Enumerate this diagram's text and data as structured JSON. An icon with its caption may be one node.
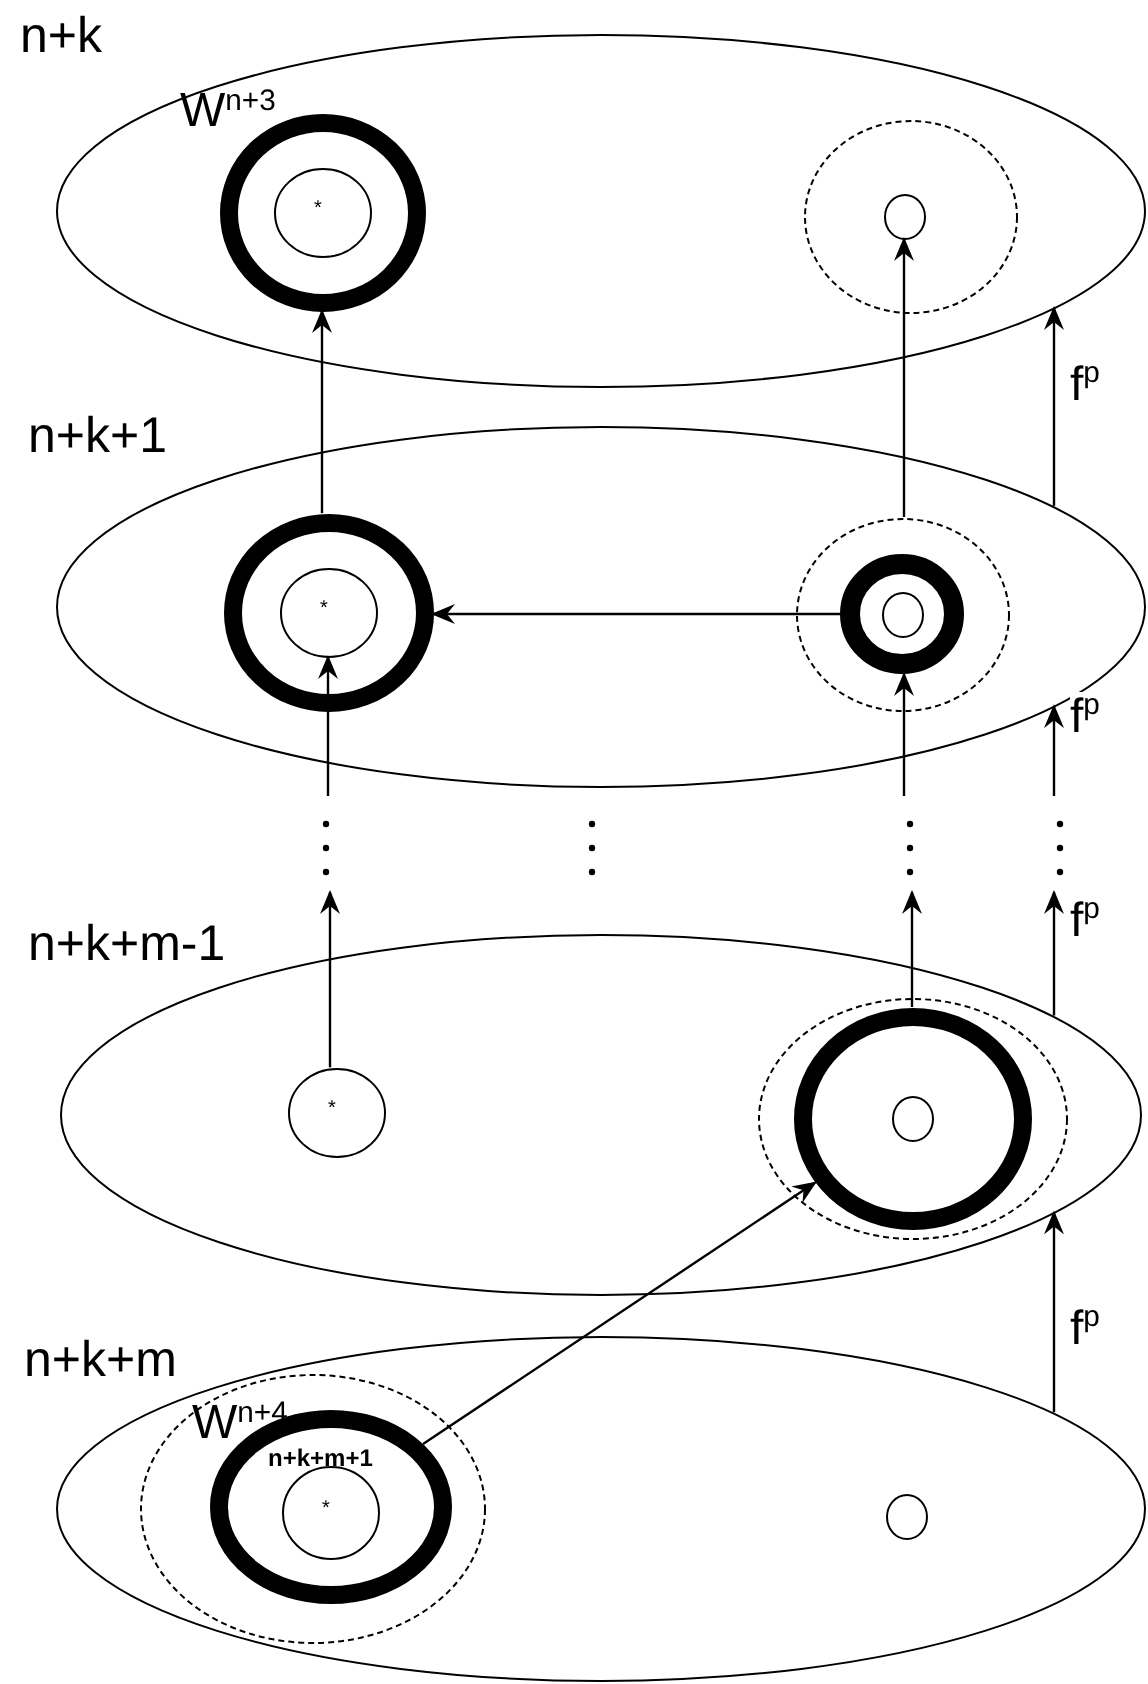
{
  "diagram": {
    "nodes": [
      {
        "text": [
          "n+k"
        ]
      },
      {
        "text": [
          "W$^{n+3}$"
        ],
        "in": 0
      },
      {
        "text": [
          "*"
        ],
        "in": 1
      },
      {
        "text": [],
        "shape": "circle",
        "in": 0
      },
      {
        "text": [],
        "shape": "circle",
        "in": 3
      },
      {
        "text": [
          "n+k+1"
        ]
      },
      {
        "text": [],
        "shape": "circle",
        "in": 5
      },
      {
        "text": [
          "*"
        ],
        "in": 6
      },
      {
        "text": [],
        "shape": "circle",
        "in": 5
      },
      {
        "text": [],
        "shape": "circle",
        "in": 8
      },
      {
        "text": [],
        "shape": "circle",
        "in": 9
      },
      {
        "text": [
          "n+k+m-1"
        ]
      },
      {
        "text": [
          "*"
        ],
        "in": 11
      },
      {
        "text": [],
        "shape": "circle",
        "in": 11
      },
      {
        "text": [],
        "shape": "circle",
        "in": 13
      },
      {
        "text": [],
        "shape": "circle",
        "in": 14
      },
      {
        "text": [
          "n+k+m"
        ]
      },
      {
        "text": [],
        "shape": "circle",
        "in": 16
      },
      {
        "text": [
          "W$^{n+4}$",
          "n+k+m+1"
        ],
        "in": 17
      },
      {
        "text": [
          "*"
        ],
        "in": 18
      },
      {
        "text": [],
        "shape": "circle",
        "in": 16
      }
    ],
    "edges": [
      {
        "from": 6,
        "to": 1,
        "arrow": "to"
      },
      {
        "from": 8,
        "to": 4,
        "arrow": "to"
      },
      {
        "from": 5,
        "to": 0,
        "arrow": "to",
        "label": "f$^{p}$"
      },
      {
        "from": 9,
        "to": 6,
        "arrow": "to"
      },
      {
        "from": null,
        "to": 7,
        "arrow": "to"
      },
      {
        "from": null,
        "to": 9,
        "arrow": "to"
      },
      {
        "from": null,
        "to": 5,
        "arrow": "to",
        "label": "f$^{p}$"
      },
      {
        "from": 12,
        "to": null,
        "arrow": "to"
      },
      {
        "from": 14,
        "to": null,
        "arrow": "to"
      },
      {
        "from": 11,
        "to": null,
        "arrow": "to",
        "label": "f$^{p}$"
      },
      {
        "from": 16,
        "to": 11,
        "arrow": "to",
        "label": "f$^{p}$"
      },
      {
        "from": 18,
        "to": 14,
        "arrow": "to"
      }
    ]
  }
}
